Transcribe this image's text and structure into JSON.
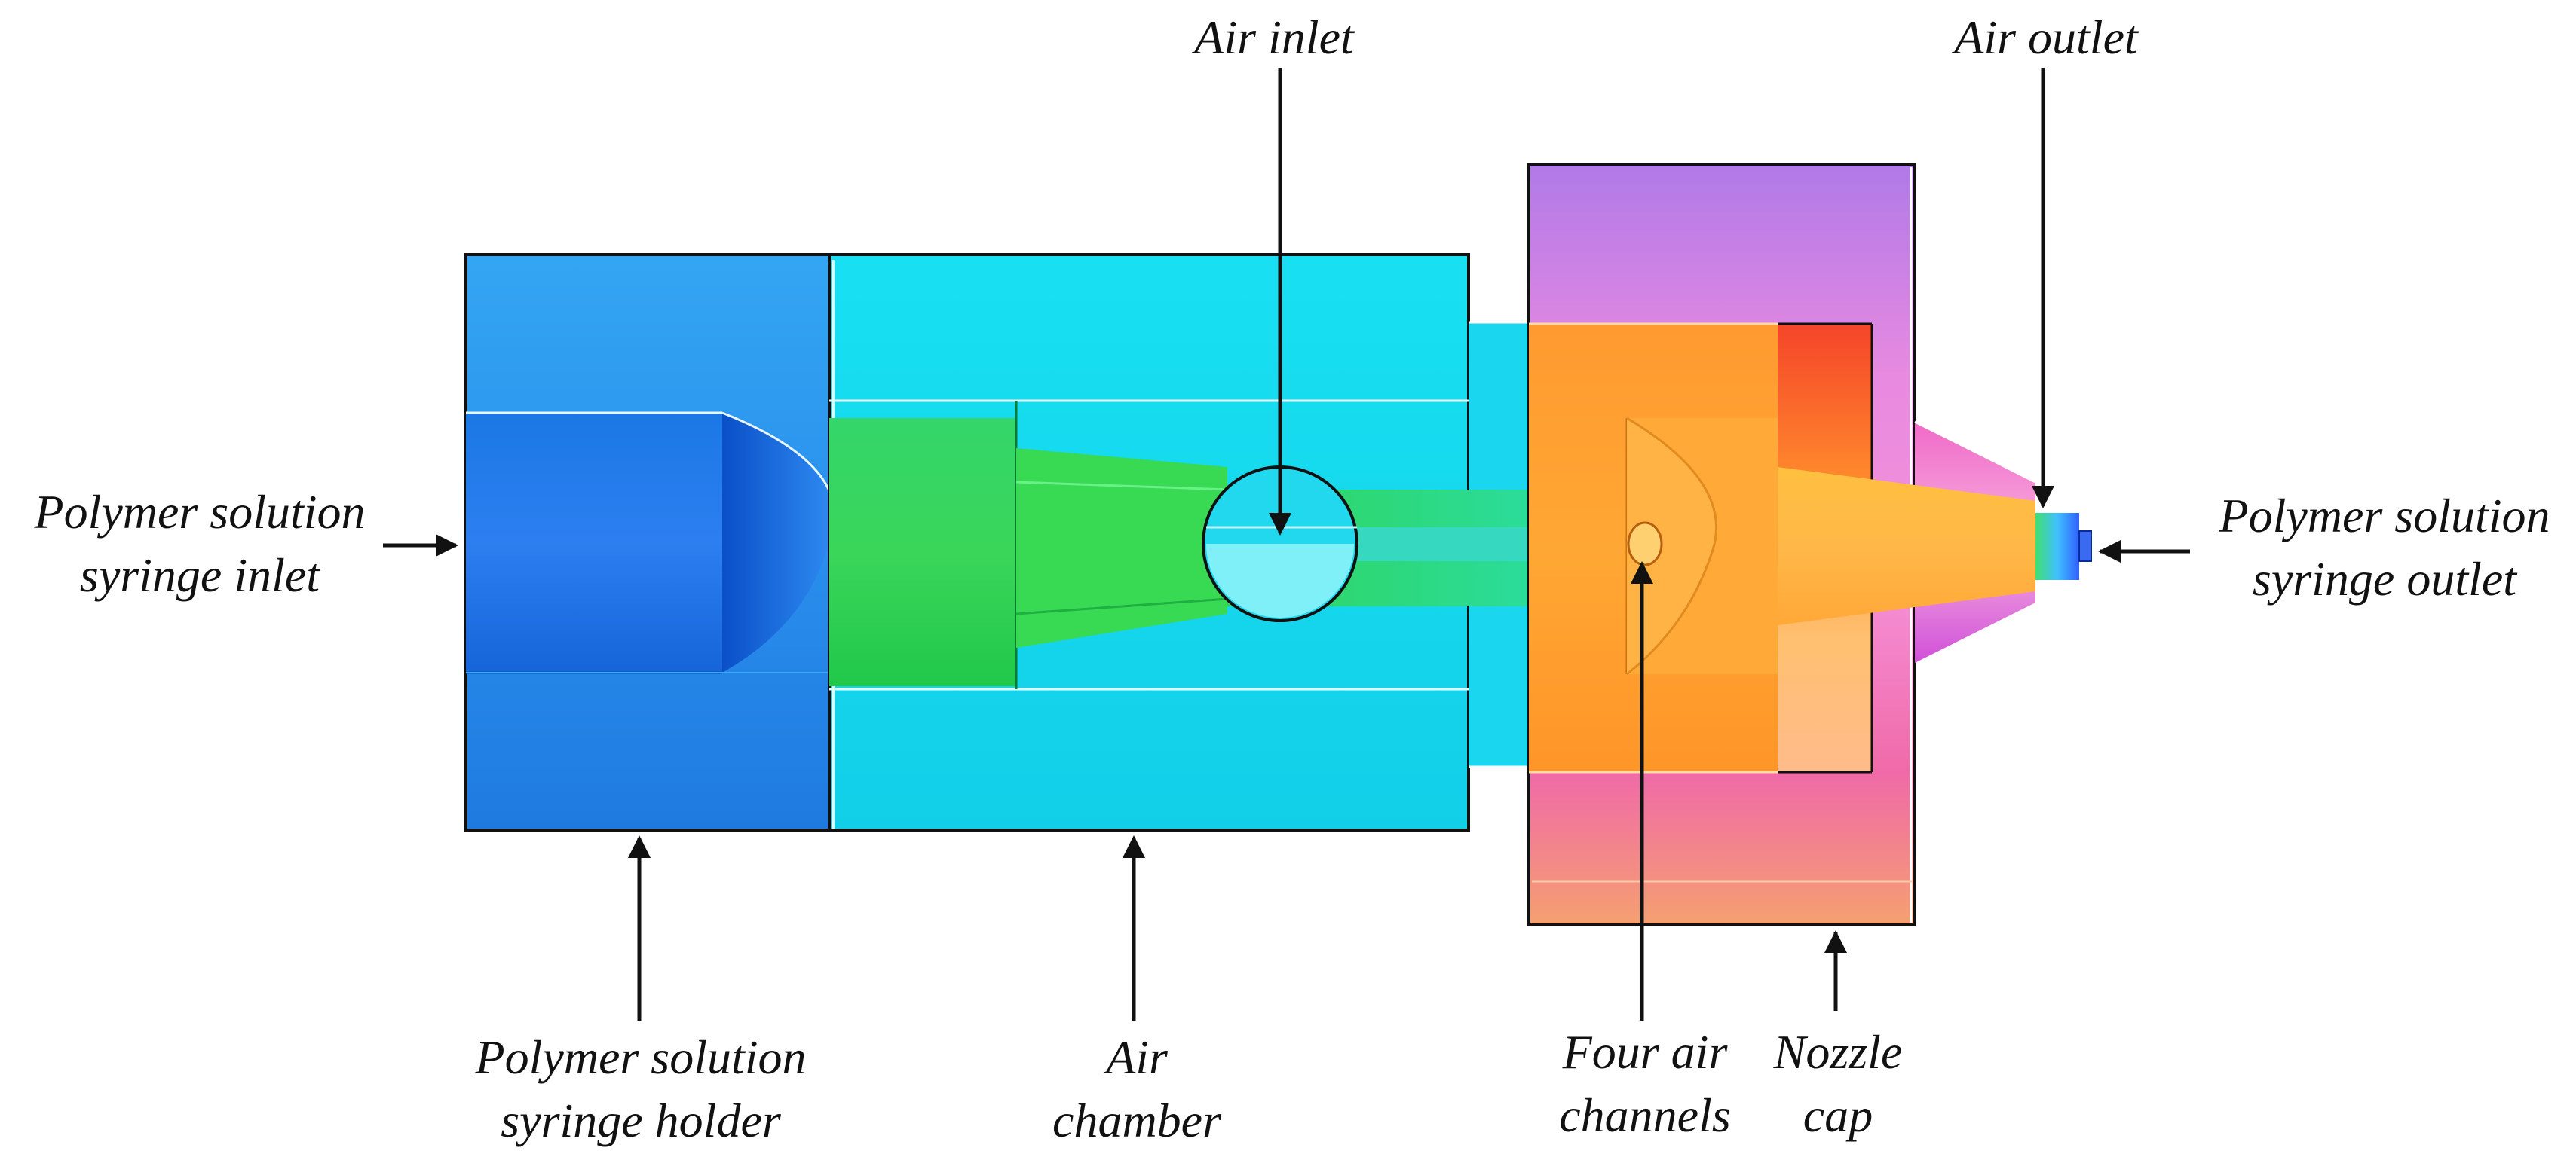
{
  "labels": {
    "air_inlet": "Air inlet",
    "air_outlet": "Air outlet",
    "syringe_inlet": [
      "Polymer solution",
      "syringe inlet"
    ],
    "syringe_outlet": [
      "Polymer solution",
      "syringe outlet"
    ],
    "syringe_holder": [
      "Polymer solution",
      "syringe holder"
    ],
    "air_chamber": [
      "Air",
      "chamber"
    ],
    "four_air_channels": [
      "Four air",
      "channels"
    ],
    "nozzle_cap": [
      "Nozzle",
      "cap"
    ]
  },
  "parts": [
    {
      "name": "syringe-holder",
      "color": "#1f7fe6"
    },
    {
      "name": "air-chamber",
      "color": "#14d6ec"
    },
    {
      "name": "inner-tube",
      "color": "#2ed84a"
    },
    {
      "name": "channel-block",
      "color": "#ffa12c"
    },
    {
      "name": "nozzle-cap",
      "color": "#f07ad8"
    }
  ]
}
